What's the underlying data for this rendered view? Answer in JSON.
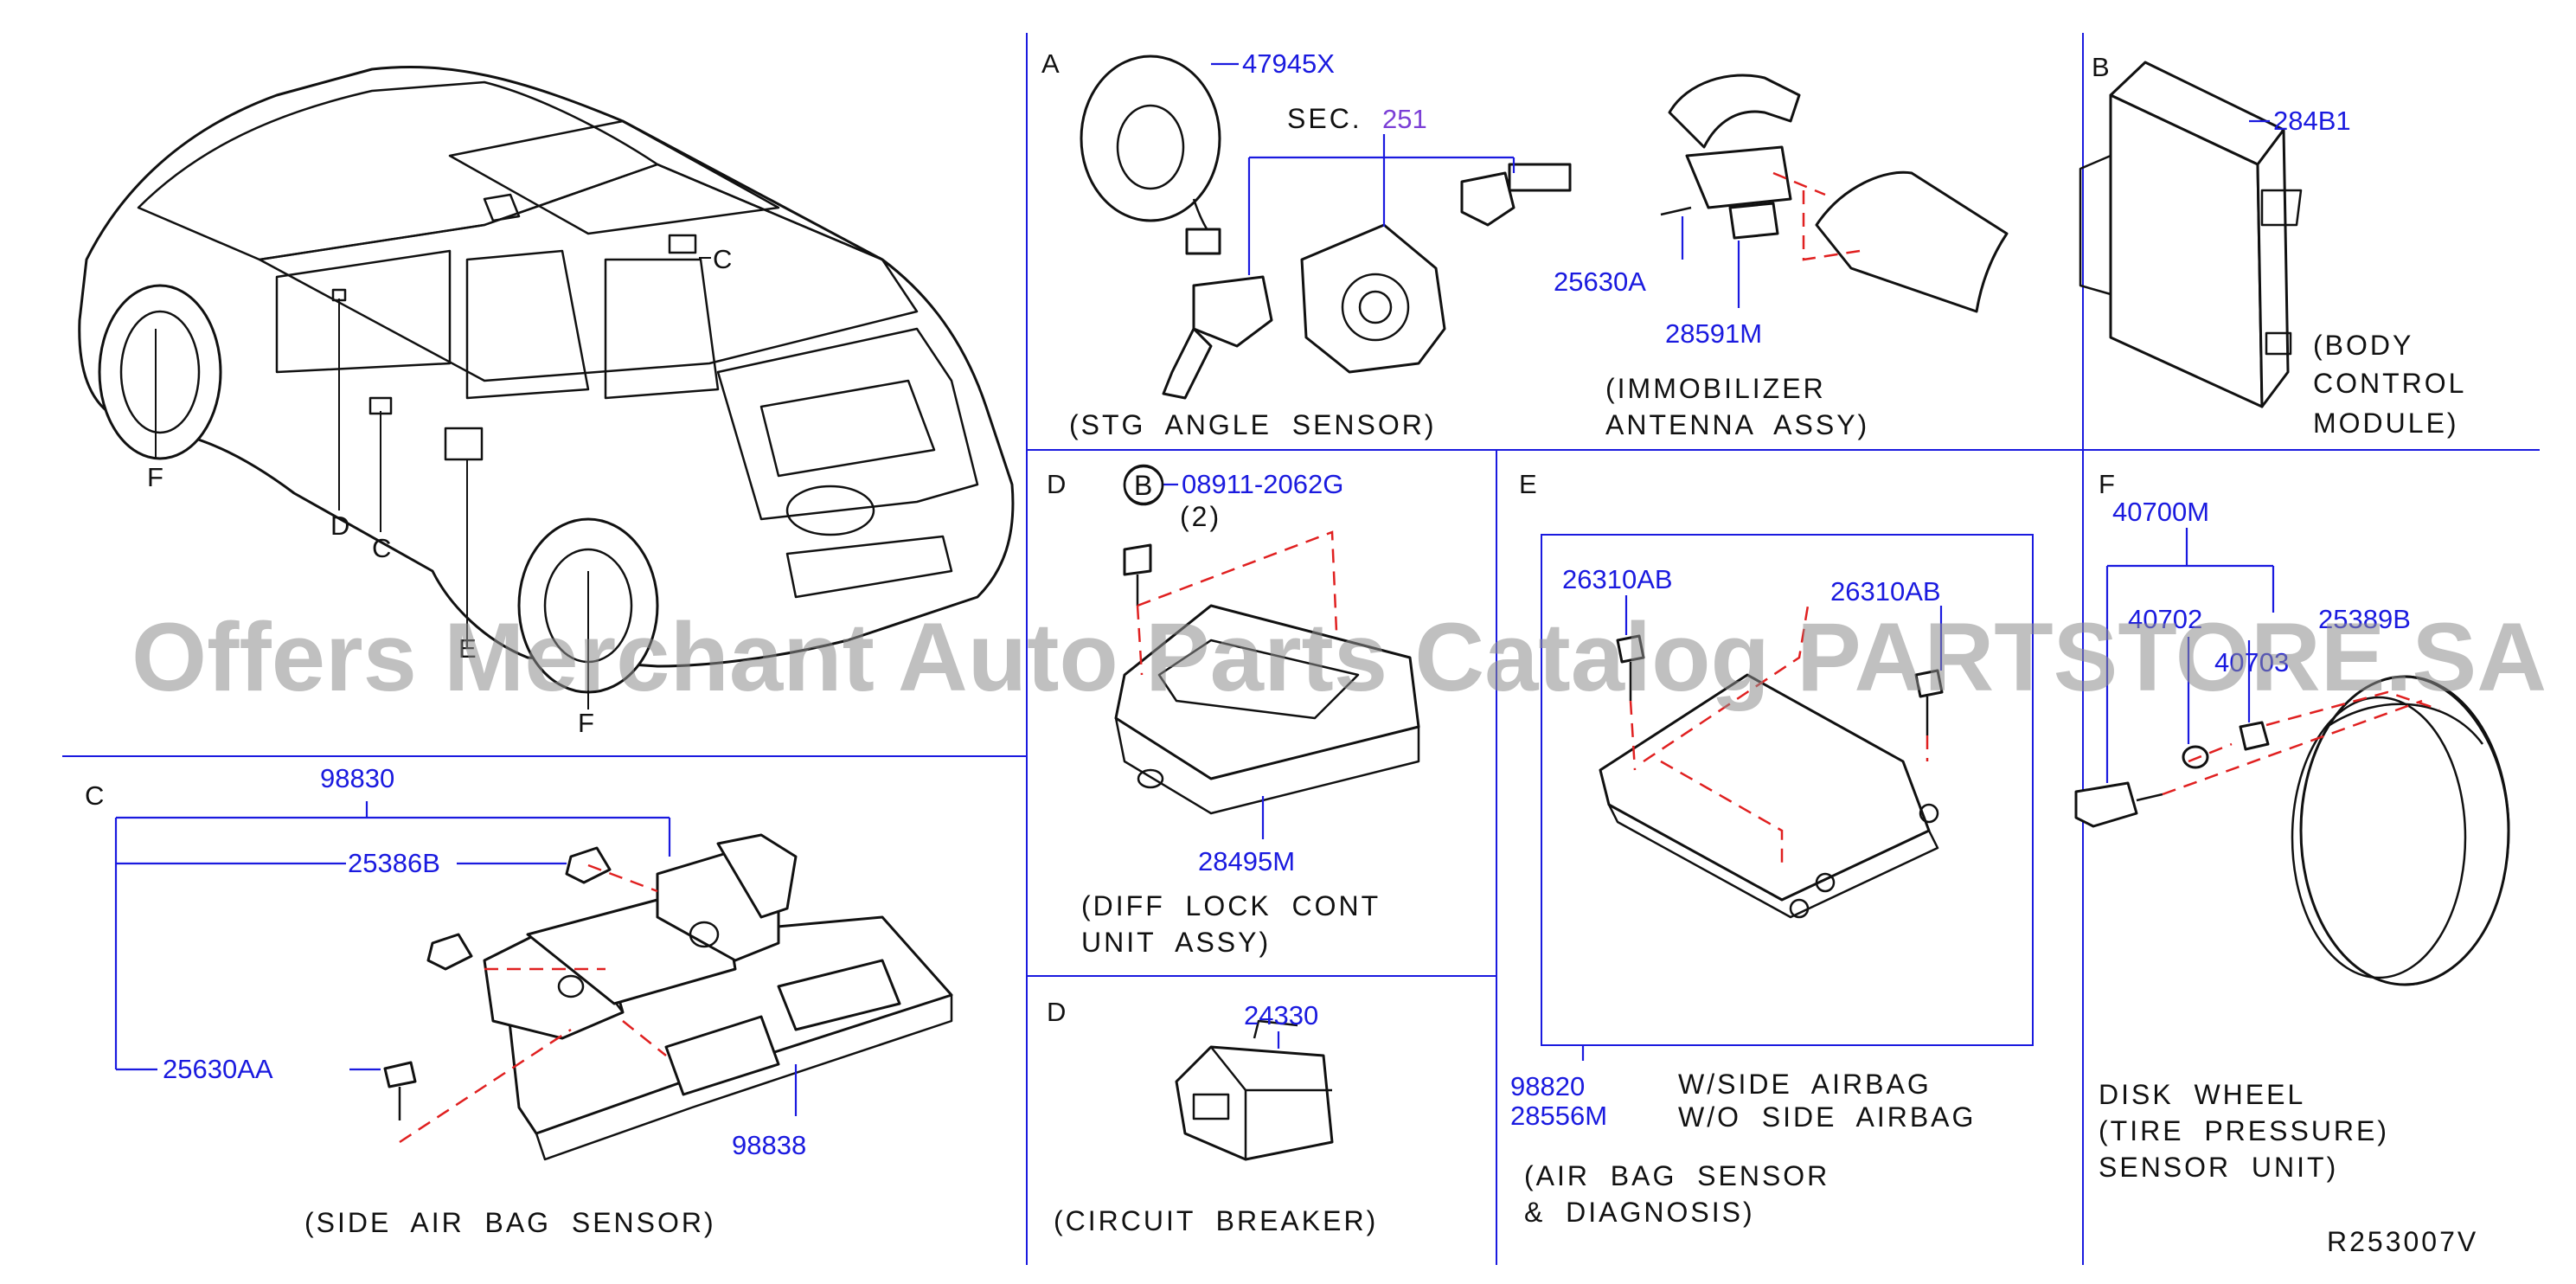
{
  "sections": {
    "a": "A",
    "b": "B",
    "c": "C",
    "d1": "D",
    "e": "E",
    "f": "F",
    "d2": "D"
  },
  "car_view": {
    "callout_c_roof": "C",
    "callout_f_front": "F",
    "callout_d": "D",
    "callout_c_side": "C",
    "callout_e": "E",
    "callout_f_rear": "F"
  },
  "panel_a": {
    "part_47945x": "47945X",
    "sec_label": "SEC.",
    "sec_number": "251",
    "caption": "(STG  ANGLE  SENSOR)"
  },
  "panel_immobilizer": {
    "part_25630a": "25630A",
    "part_28591m": "28591M",
    "caption_line1": "(IMMOBILIZER",
    "caption_line2": "ANTENNA  ASSY)"
  },
  "panel_b": {
    "part_284b1": "284B1",
    "caption_line1": "(BODY",
    "caption_line2": "CONTROL",
    "caption_line3": "MODULE)"
  },
  "panel_d1": {
    "bolt_ref_circle": "B",
    "part_08911": "08911-2062G",
    "qty": "(2)",
    "part_28495m": "28495M",
    "caption_line1": "(DIFF  LOCK  CONT",
    "caption_line2": "UNIT  ASSY)"
  },
  "panel_e": {
    "part_26310ab_left": "26310AB",
    "part_26310ab_right": "26310AB",
    "part_98820": "98820",
    "part_28556m": "28556M",
    "variant_1": "W/SIDE  AIRBAG",
    "variant_2": "W/O  SIDE  AIRBAG",
    "caption_line1": "(AIR  BAG  SENSOR",
    "caption_line2": "&  DIAGNOSIS)"
  },
  "panel_f": {
    "part_40700m": "40700M",
    "part_40702": "40702",
    "part_40703": "40703",
    "part_25389b": "25389B",
    "caption_line1": "DISK  WHEEL",
    "caption_line2": "(TIRE  PRESSURE)",
    "caption_line3": "SENSOR  UNIT)"
  },
  "panel_c": {
    "part_98830": "98830",
    "part_25386b": "25386B",
    "part_25630aa": "25630AA",
    "part_98838": "98838",
    "caption": "(SIDE  AIR  BAG  SENSOR)"
  },
  "panel_d2": {
    "part_24330": "24330",
    "caption": "(CIRCUIT  BREAKER)"
  },
  "diagram_ref": "R253007V",
  "watermark": "Offers Merchant Auto Parts Catalog PARTSTORE.SA",
  "colors": {
    "callout_blue": "#1a1adf",
    "section_sec_purple": "#7b3fd6",
    "dashed_red": "#e02020",
    "watermark_gray": "#8c8c8c"
  }
}
